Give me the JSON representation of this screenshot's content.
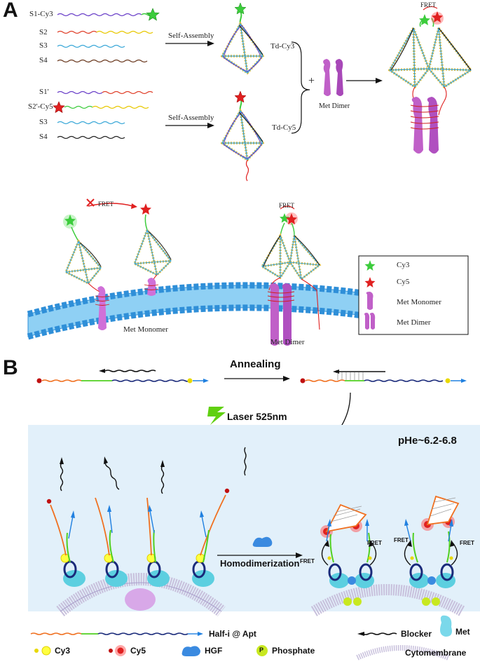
{
  "panel_a": {
    "letter": "A",
    "top_strands": [
      "S1-Cy3",
      "S2",
      "S3",
      "S4"
    ],
    "bottom_strands": [
      "S1'",
      "S2'-Cy5",
      "S3",
      "S4"
    ],
    "self_assembly_top": "Self-Assembly",
    "self_assembly_bottom": "Self-Assembly",
    "td_cy3": "Td-Cy3",
    "td_cy5": "Td-Cy5",
    "plus": "+",
    "met_dimer": "Met Dimer",
    "fret_top": "FRET",
    "fret_mid_left": "FRET",
    "fret_mid_right": "FRET",
    "met_monomer_label": "Met Monomer",
    "met_dimer_label": "Met Dimer",
    "legend": {
      "cy3": "Cy3",
      "cy5": "Cy5",
      "met_monomer": "Met Monomer",
      "met_dimer": "Met Dimer"
    }
  },
  "panel_b": {
    "letter": "B",
    "annealing": "Annealing",
    "laser": "Laser 525nm",
    "ph": "pHe~6.2-6.8",
    "homodimerization": "Homodimerization",
    "fret_labels": [
      "FRET",
      "FRET",
      "FRET",
      "FRET"
    ],
    "legend": {
      "half_apt": "Half-i @ Apt",
      "blocker": "Blocker",
      "met": "Met",
      "cy3": "Cy3",
      "cy5": "Cy5",
      "hgf": "HGF",
      "phosphate": "Phosphate",
      "phosphate_symbol": "P",
      "cytomembrane": "Cytomembrane"
    }
  },
  "colors": {
    "s1": "#6a3fc8",
    "s2": "#e0402a",
    "s2b": "#e8c800",
    "s3": "#3aa8d8",
    "s4": "#6b3a20",
    "cy3": "#3ccc3c",
    "cy5": "#e02020",
    "met": "#c060c8",
    "membrane": "#3aa0e0",
    "panel_b_bg": "#e2f0fa",
    "apt_orange": "#f07020",
    "apt_green": "#50d020",
    "apt_navy": "#1a2a7a",
    "arrow_blue": "#2080e0",
    "hgf": "#3a8ae0",
    "phosphate": "#c8e820"
  }
}
